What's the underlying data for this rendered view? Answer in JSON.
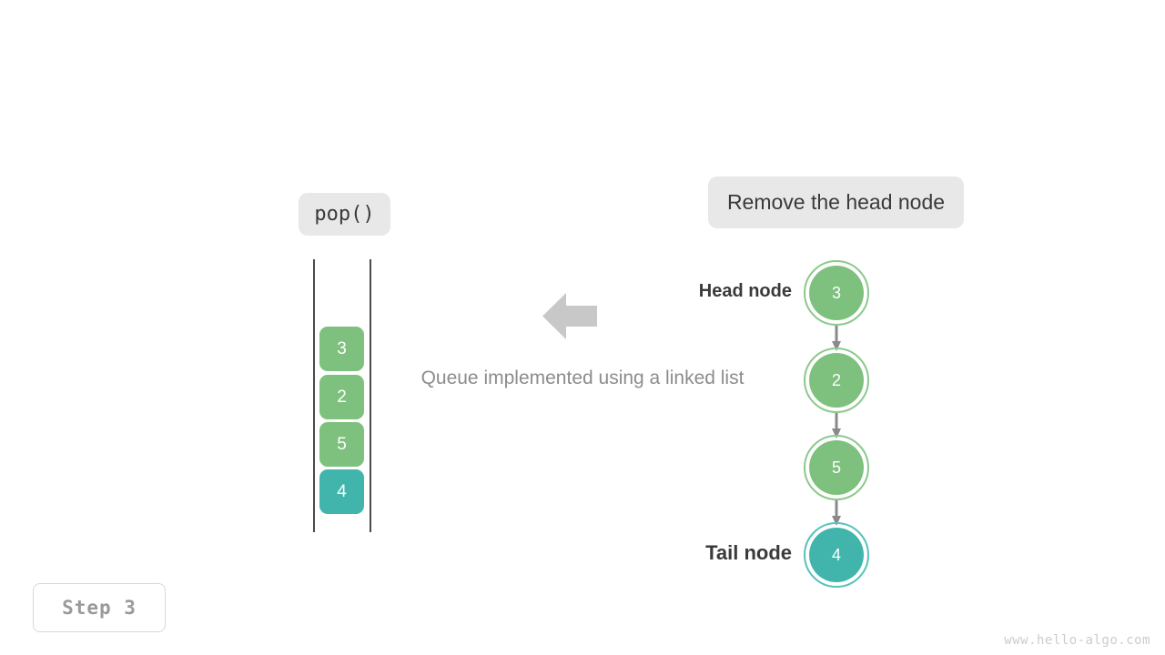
{
  "operation_chip": {
    "label": "pop()"
  },
  "action_chip": {
    "label": "Remove the head node"
  },
  "caption": {
    "text": "Queue implemented using a linked list"
  },
  "step_badge": {
    "label": "Step 3"
  },
  "watermark": {
    "text": "www.hello-algo.com"
  },
  "labels": {
    "head": "Head node",
    "tail": "Tail node"
  },
  "colors": {
    "green": "#7ec07e",
    "teal": "#41b5ac",
    "chip_bg": "#e8e8e8",
    "arrow_gray": "#c8c8c8",
    "connector_gray": "#8a8a8a",
    "text_dark": "#3a3a3a",
    "text_muted": "#8c8c8c"
  },
  "queue_cells": [
    {
      "value": "3",
      "color": "green"
    },
    {
      "value": "2",
      "color": "green"
    },
    {
      "value": "5",
      "color": "green"
    },
    {
      "value": "4",
      "color": "teal"
    }
  ],
  "linked_list_nodes": [
    {
      "value": "3",
      "color": "green",
      "role": "head"
    },
    {
      "value": "2",
      "color": "green",
      "role": "middle"
    },
    {
      "value": "5",
      "color": "green",
      "role": "middle"
    },
    {
      "value": "4",
      "color": "teal",
      "role": "tail"
    }
  ]
}
